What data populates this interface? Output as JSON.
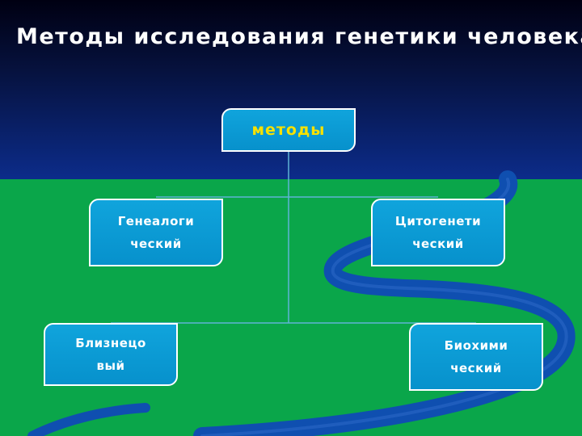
{
  "slide": {
    "title": "Методы исследования генетики человека"
  },
  "diagram": {
    "root": {
      "label": "методы"
    },
    "children": [
      {
        "id": "gen",
        "line1": "Генеалоги",
        "line2": "ческий"
      },
      {
        "id": "cyto",
        "line1": "Цитогенети",
        "line2": "ческий"
      },
      {
        "id": "twin",
        "line1": "Близнецо",
        "line2": "вый"
      },
      {
        "id": "bio",
        "line1": "Биохими",
        "line2": "ческий"
      }
    ]
  },
  "colors": {
    "sky_top": "#000012",
    "sky_bottom": "#0c2c8a",
    "ground": "#0aa64a",
    "river": "#0f4fb0",
    "node_fill": "#0a97d2",
    "node_border": "#ffffff",
    "root_text": "#f7e100",
    "node_text": "#ffffff"
  }
}
